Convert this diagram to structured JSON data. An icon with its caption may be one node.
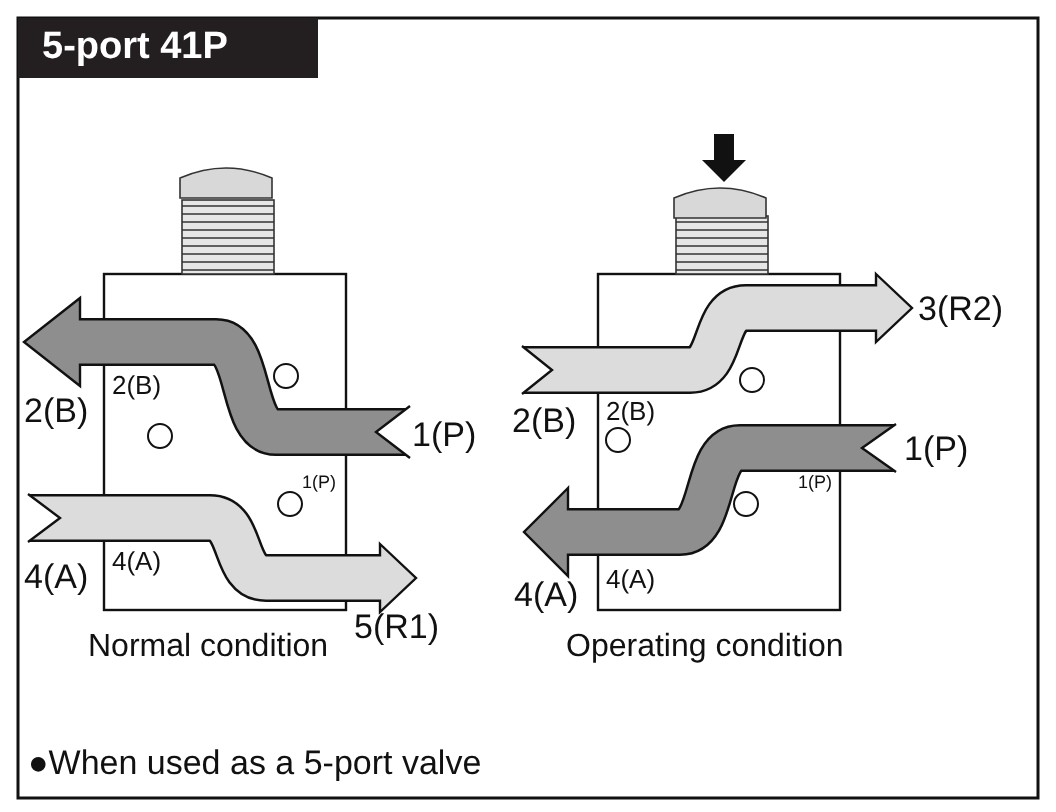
{
  "diagram": {
    "title": "5-port 41P",
    "labels": [
      "2(B)",
      "2(B)",
      "1(P)",
      "1(P)",
      "4(A)",
      "4(A)",
      "5(R1)",
      "Normal condition",
      "3(R2)",
      "2(B)",
      "2(B)",
      "1(P)",
      "1(P)",
      "4(A)",
      "4(A)",
      "Operating condition",
      "●When used as a 5-port valve"
    ]
  }
}
